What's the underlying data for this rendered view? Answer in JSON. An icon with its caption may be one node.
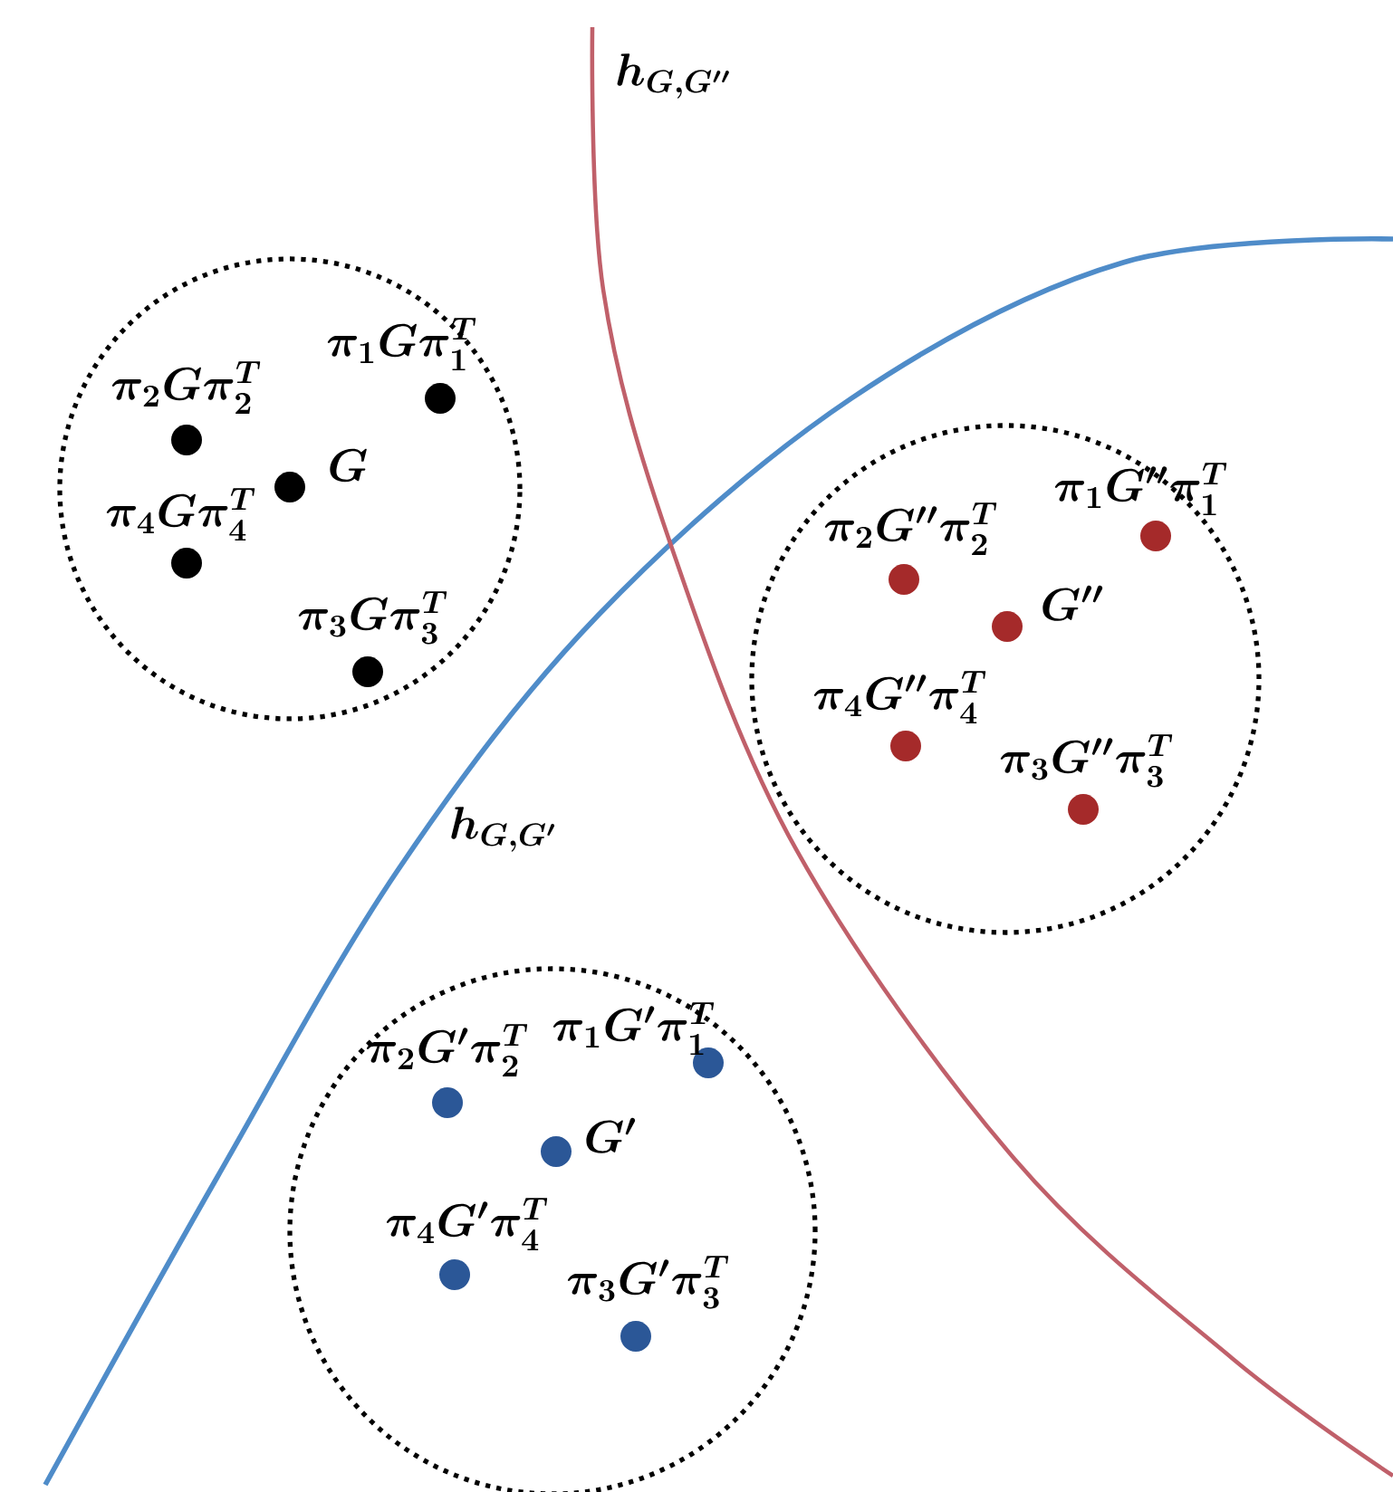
{
  "diagram": {
    "nodes": [
      {
        "text": [
          "\\pi_2G\\pi_2^T",
          "\\pi_1G\\pi_1^T",
          "G",
          "\\pi_4G\\pi_4^T",
          "\\pi_3G\\pi_3^T"
        ]
      },
      {
        "text": [
          "\\pi_2G''\\pi_2^T",
          "\\pi_1G''\\pi_1^T",
          "G''",
          "\\pi_4G''\\pi_4^T",
          "\\pi_3G''\\pi_3^T"
        ]
      },
      {
        "text": [
          "\\pi_2G'\\pi_2^T",
          "\\pi_1G'\\pi_1^T",
          "G'",
          "\\pi_4G'\\pi_4^T",
          "\\pi_3G'\\pi_3^T"
        ]
      }
    ],
    "labels": [
      "h_{G,G''}",
      "h_{G,G'}"
    ]
  }
}
